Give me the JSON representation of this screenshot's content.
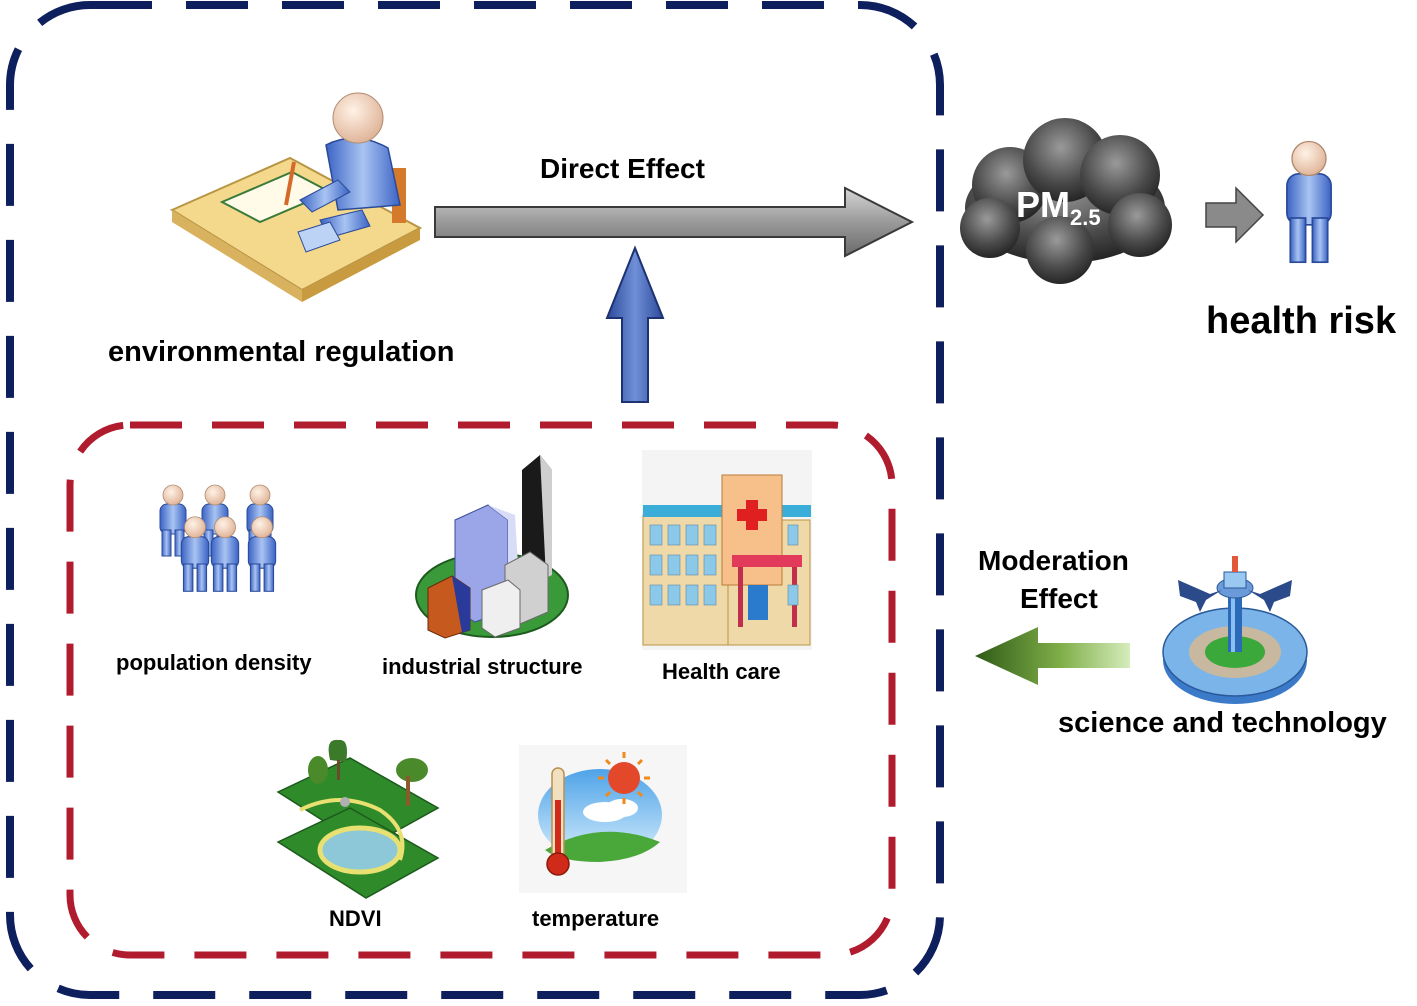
{
  "diagram": {
    "outer_box_color": "#0d1f5c",
    "inner_box_color": "#b01c2e",
    "direct_effect_label": "Direct Effect",
    "moderation_effect_label_line1": "Moderation",
    "moderation_effect_label_line2": "Effect",
    "regulation": {
      "label": "environmental regulation",
      "icon": "person-at-desk-icon"
    },
    "pollutant": {
      "main": "PM",
      "subscript": "2.5",
      "icon": "smog-cloud-icon"
    },
    "outcome": {
      "label": "health risk",
      "icon": "standing-person-icon"
    },
    "moderator": {
      "label": "science and technology",
      "icon": "airport-control-tower-icon"
    },
    "controls": [
      {
        "label": "population density",
        "icon": "crowd-icon"
      },
      {
        "label": "industrial structure",
        "icon": "city-buildings-icon"
      },
      {
        "label": "Health care",
        "icon": "hospital-icon"
      },
      {
        "label": "NDVI",
        "icon": "park-landscape-icon"
      },
      {
        "label": "temperature",
        "icon": "thermometer-sun-icon"
      }
    ]
  }
}
